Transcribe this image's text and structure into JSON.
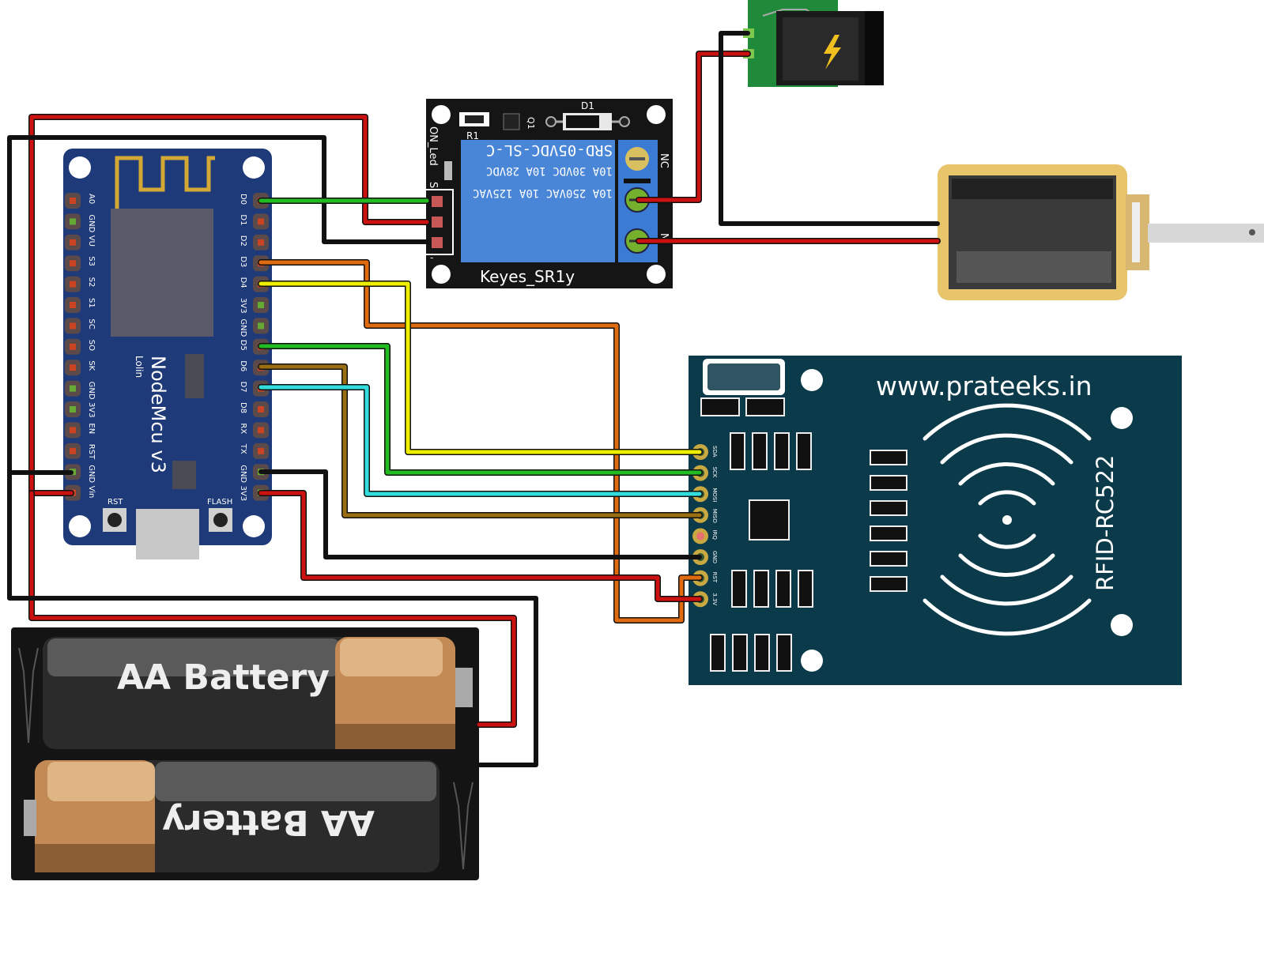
{
  "nodemcu": {
    "name": "NodeMcu",
    "version": "v3",
    "maker": "Lolin",
    "left_pins": [
      "A0",
      "GND",
      "VU",
      "S3",
      "S2",
      "S1",
      "SC",
      "SO",
      "SK",
      "GND",
      "3V3",
      "EN",
      "RST",
      "GND",
      "Vin"
    ],
    "right_pins": [
      "D0",
      "D1",
      "D2",
      "D3",
      "D4",
      "3V3",
      "GND",
      "D5",
      "D6",
      "D7",
      "D8",
      "RX",
      "TX",
      "GND",
      "3V3"
    ],
    "rst_label": "RST",
    "flash_label": "FLASH"
  },
  "relay": {
    "name": "Keyes_SR1y",
    "r1": "R1",
    "d1": "D1",
    "q1": "Q1",
    "on_led": "ON_Led",
    "pin_s": "S",
    "relay_text_1": "SRD-05VDC-SL-C",
    "relay_text_2": "10A 30VDC  10A 28VDC",
    "relay_text_3": "10A 250VAC  10A 125VAC",
    "nc": "NC",
    "no": "N"
  },
  "rfid": {
    "name": "RFID-RC522",
    "url": "www.prateeks.in",
    "pins": [
      "SDA",
      "SCK",
      "MOSI",
      "MISO",
      "IRQ",
      "GND",
      "RST",
      "3.3V"
    ]
  },
  "battery": {
    "top_label": "AA Battery",
    "bottom_label": "AA Battery"
  },
  "colors": {
    "nodemcu_board": "#1f3a78",
    "relay_board": "#1a1a1a",
    "relay_block": "#4a86d8",
    "rfid_board": "#0b3a4a",
    "dc_jack_board": "#1e8a3a",
    "solenoid_frame": "#e8c46a",
    "wire_red": "#cc1111",
    "wire_black": "#1a1a1a",
    "wire_green": "#22bb22",
    "wire_yellow": "#eeee00",
    "wire_orange": "#e06a10",
    "wire_brown": "#9a6e12",
    "wire_cyan": "#33dddd"
  }
}
